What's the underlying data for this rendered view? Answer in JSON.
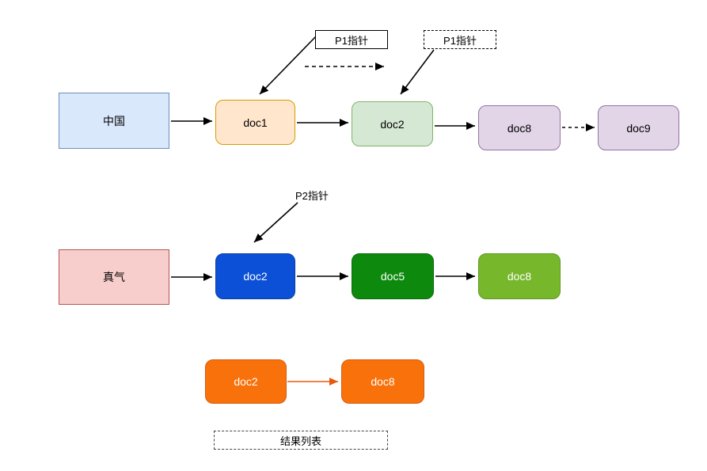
{
  "row1": {
    "term": "中国",
    "docs": [
      "doc1",
      "doc2",
      "doc8",
      "doc9"
    ],
    "pointer_solid_label": "P1指针",
    "pointer_dashed_label": "P1指针"
  },
  "row2": {
    "term": "真气",
    "docs": [
      "doc2",
      "doc5",
      "doc8"
    ],
    "pointer_label": "P2指针"
  },
  "row3": {
    "docs": [
      "doc2",
      "doc8"
    ],
    "caption": "结果列表"
  },
  "colors": {
    "term_blue_fill": "#dae8fc",
    "term_blue_border": "#6c8ebf",
    "term_pink_fill": "#f8cecc",
    "term_pink_border": "#b85450",
    "doc_peach_fill": "#ffe6cc",
    "doc_peach_border": "#d79b00",
    "doc_lightgreen_fill": "#d5e8d4",
    "doc_lightgreen_border": "#82b366",
    "doc_purple_fill": "#e1d5e7",
    "doc_purple_border": "#9673a6",
    "doc_blue_fill": "#0b50d6",
    "doc_darkgreen_fill": "#0d8a0e",
    "doc_olive_fill": "#77b72c",
    "doc_orange_fill": "#f8710a",
    "edge_black": "#000000",
    "edge_orange": "#e8590c"
  }
}
